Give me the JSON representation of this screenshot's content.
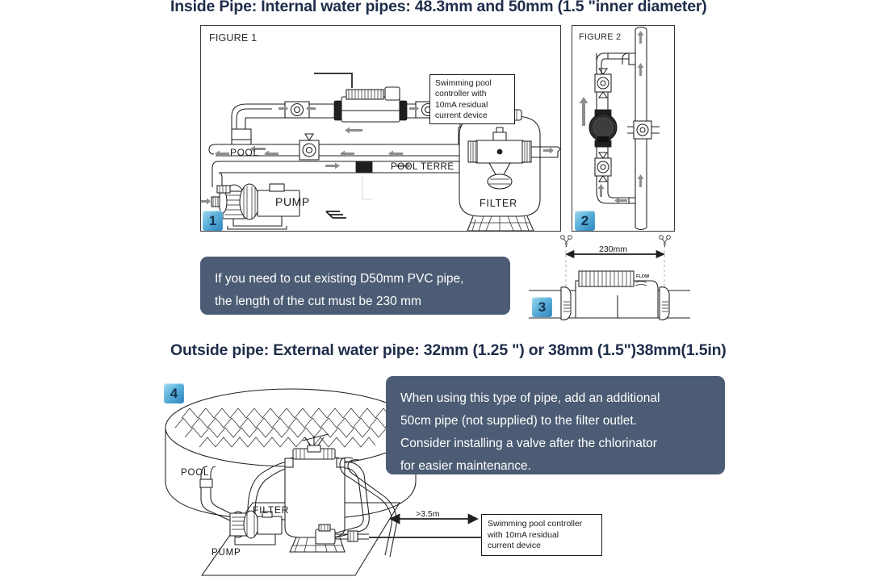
{
  "document": {
    "type": "installation-diagram",
    "title": "Pool chlorinator pipe installation guide"
  },
  "headings": {
    "inside": "Inside Pipe: Internal water pipes: 48.3mm and 50mm (1.5 \"inner diameter)",
    "outside": "Outside pipe: External water pipe: 32mm (1.25 \") or 38mm (1.5\")38mm(1.5in)"
  },
  "figures": {
    "figure1": {
      "caption": "FIGURE 1",
      "badge": "1",
      "labels": {
        "pool": "POOL",
        "pool_terre": "POOL TERRE",
        "pump": "PUMP",
        "filter": "FILTER"
      },
      "controller_note": [
        "Swimming pool",
        "controller with",
        "10mA residual",
        "current device"
      ]
    },
    "figure2": {
      "caption": "FIGURE 2",
      "badge": "2"
    },
    "figure3": {
      "badge": "3",
      "dimension": "230mm"
    },
    "figure4": {
      "badge": "4",
      "labels": {
        "pool": "POOL",
        "filter": "FILTER",
        "pump": "PUMP",
        "distance": ">3.5m"
      },
      "controller_note": [
        "Swimming pool controller",
        "with 10mA residual",
        "current device"
      ]
    }
  },
  "callouts": {
    "cut_note": [
      "If you need to cut existing D50mm PVC pipe,",
      "the length of the cut must be 230 mm"
    ],
    "outside_note": [
      "When using this type of pipe, add an additional",
      "50cm pipe (not supplied) to the filter outlet.",
      "Consider installing a valve after the chlorinator",
      "for easier maintenance."
    ]
  },
  "colors": {
    "heading": "#1f2d4a",
    "callout_bg": "#4c5c74",
    "callout_text": "#ffffff",
    "badge_blue": "#2f83bd",
    "line": "#1f1f1f"
  }
}
